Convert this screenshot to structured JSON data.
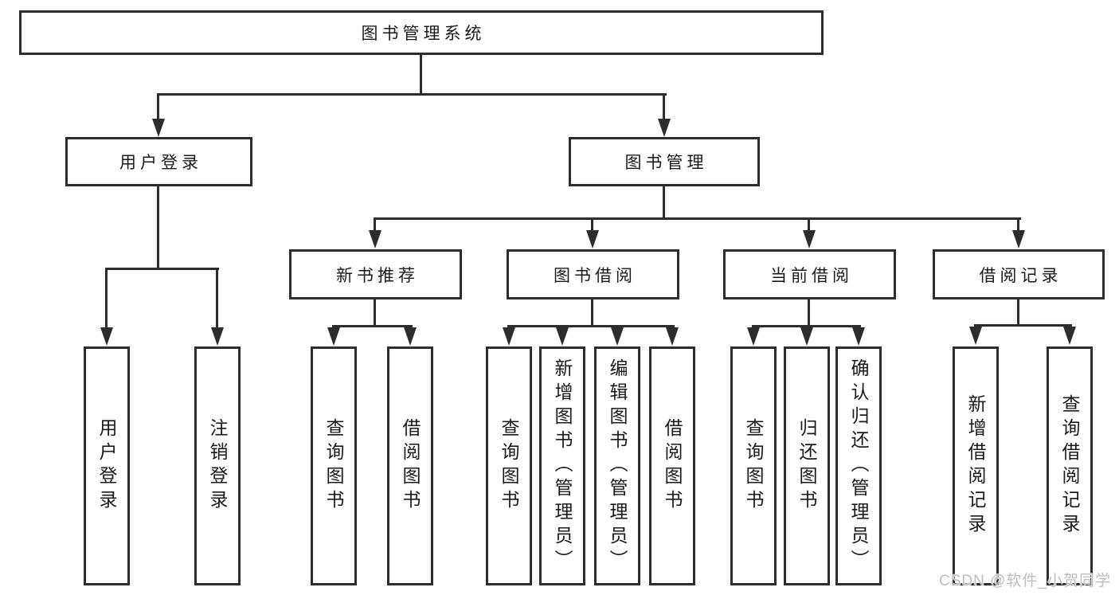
{
  "tree": {
    "label": "图书管理系统",
    "children": [
      {
        "label": "用户登录",
        "children": [
          {
            "label": "用户登录"
          },
          {
            "label": "注销登录"
          }
        ]
      },
      {
        "label": "图书管理",
        "children": [
          {
            "label": "新书推荐",
            "children": [
              {
                "label": "查询图书"
              },
              {
                "label": "借阅图书"
              }
            ]
          },
          {
            "label": "图书借阅",
            "children": [
              {
                "label": "查询图书"
              },
              {
                "label": "新增图书（管理员）"
              },
              {
                "label": "编辑图书（管理员）"
              },
              {
                "label": "借阅图书"
              }
            ]
          },
          {
            "label": "当前借阅",
            "children": [
              {
                "label": "查询图书"
              },
              {
                "label": "归还图书"
              },
              {
                "label": "确认归还（管理员）"
              }
            ]
          },
          {
            "label": "借阅记录",
            "children": [
              {
                "label": "新增借阅记录"
              },
              {
                "label": "查询借阅记录"
              }
            ]
          }
        ]
      }
    ]
  },
  "watermark": {
    "text": "CSDN @软件_小贺同学"
  },
  "colors": {
    "line": "#2d2d2d",
    "text": "#1a1a1a",
    "background": "#ffffff",
    "watermark": "#bdbdbd"
  }
}
